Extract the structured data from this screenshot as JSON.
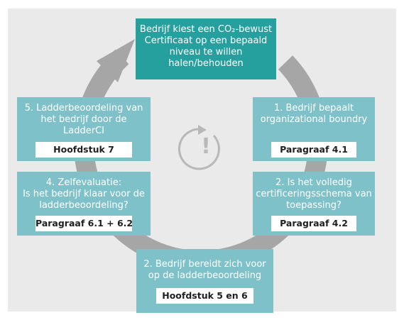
{
  "diagram": {
    "colors": {
      "panel": "#eaeaea",
      "ring_arrow": "#a6a6a6",
      "primary_box": "#26a09f",
      "secondary_box": "#7ec1c8",
      "tag_bg": "#ffffff",
      "tag_text": "#1f1f1f",
      "center_icon": "#b8b8b8"
    },
    "center_icon": {
      "name": "cycle-alert-icon",
      "mark": "!"
    },
    "top": {
      "text": "Bedrijf kiest een CO₂-bewust\nCertificaat op een bepaald\nniveau te willen\nhalen/behouden"
    },
    "steps": [
      {
        "text": "1. Bedrijf bepaalt\norganizational boundry",
        "ref": "Paragraaf 4.1"
      },
      {
        "text": "2. Is het volledig\ncertificeringsschema van\ntoepassing?",
        "ref": "Paragraaf 4.2"
      },
      {
        "text": "2. Bedrijf bereidt zich voor\nop de ladderbeoordeling",
        "ref": "Hoofdstuk 5 en 6"
      },
      {
        "text": "4. Zelfevaluatie:\nIs het bedrijf klaar voor de\nladderbeoordeling?",
        "ref": "Paragraaf 6.1 + 6.2"
      },
      {
        "text": "5. Ladderbeoordeling van\nhet bedrijf door de\nLadderCI",
        "ref": "Hoofdstuk 7"
      }
    ]
  }
}
